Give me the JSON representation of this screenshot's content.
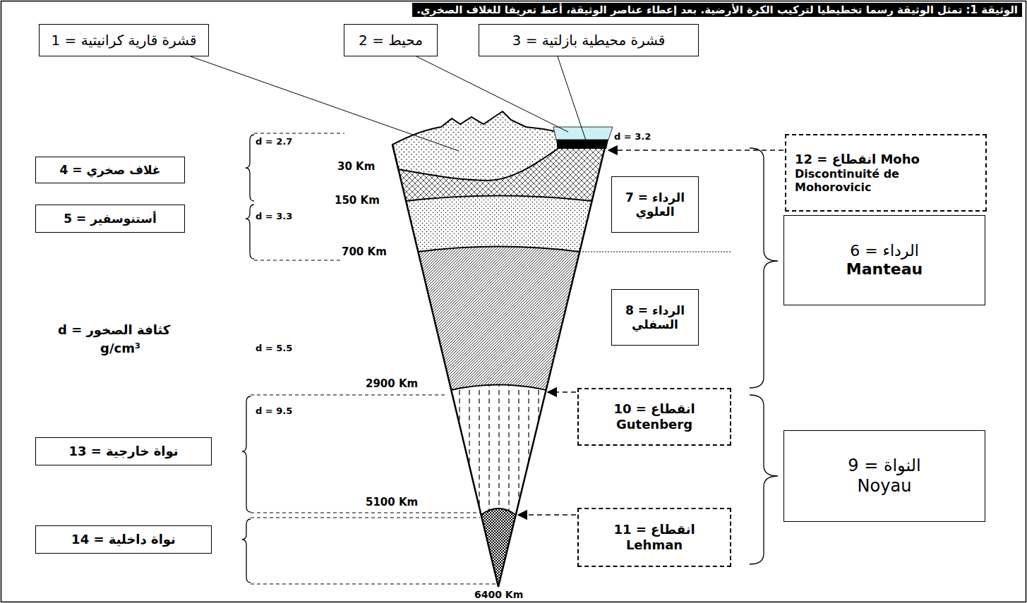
{
  "diagram": {
    "title": "الوثيقة 1: تمثل الوثيقة رسما تخطيطيا لتركيب الكرة الأرضية. بعد إعطاء عناصر الوثيقة، أعط تعريفا للغلاف الصخري.",
    "nodes": [
      {
        "text": [
          "1 = قشرة قارية كرانيتية"
        ]
      },
      {
        "text": [
          "2 = محيط"
        ]
      },
      {
        "text": [
          "3 = قشرة محيطية بازلتية"
        ]
      },
      {
        "text": [
          "12 = انقطاع Moho",
          "Discontinuité de Mohorovicic"
        ]
      },
      {
        "text": [
          "4 = غلاف صخري"
        ]
      },
      {
        "text": [
          "7 = الرداء العلوي"
        ]
      },
      {
        "text": [
          "5 = أستنوسفير"
        ]
      },
      {
        "text": [
          "6 = الرداء",
          "Manteau"
        ]
      },
      {
        "text": [
          "8 = الرداء السفلي"
        ]
      },
      {
        "text": [
          "10 = انقطاع Gutenberg"
        ]
      },
      {
        "text": [
          "9 = النواة",
          "Noyau"
        ]
      },
      {
        "text": [
          "13 = نواة خارجية"
        ]
      },
      {
        "text": [
          "11 = انقطاع Lehman"
        ]
      },
      {
        "text": [
          "14 = نواة داخلية"
        ]
      }
    ],
    "labels": [
      "d = 3.2",
      "d = 2.7",
      "30 Km",
      "150 Km",
      "d = 3.3",
      "700 Km",
      "d = كثافة الصخور",
      "g/cm³",
      "d = 5.5",
      "2900 Km",
      "d = 9.5",
      "5100 Km",
      "6400 Km"
    ]
  }
}
